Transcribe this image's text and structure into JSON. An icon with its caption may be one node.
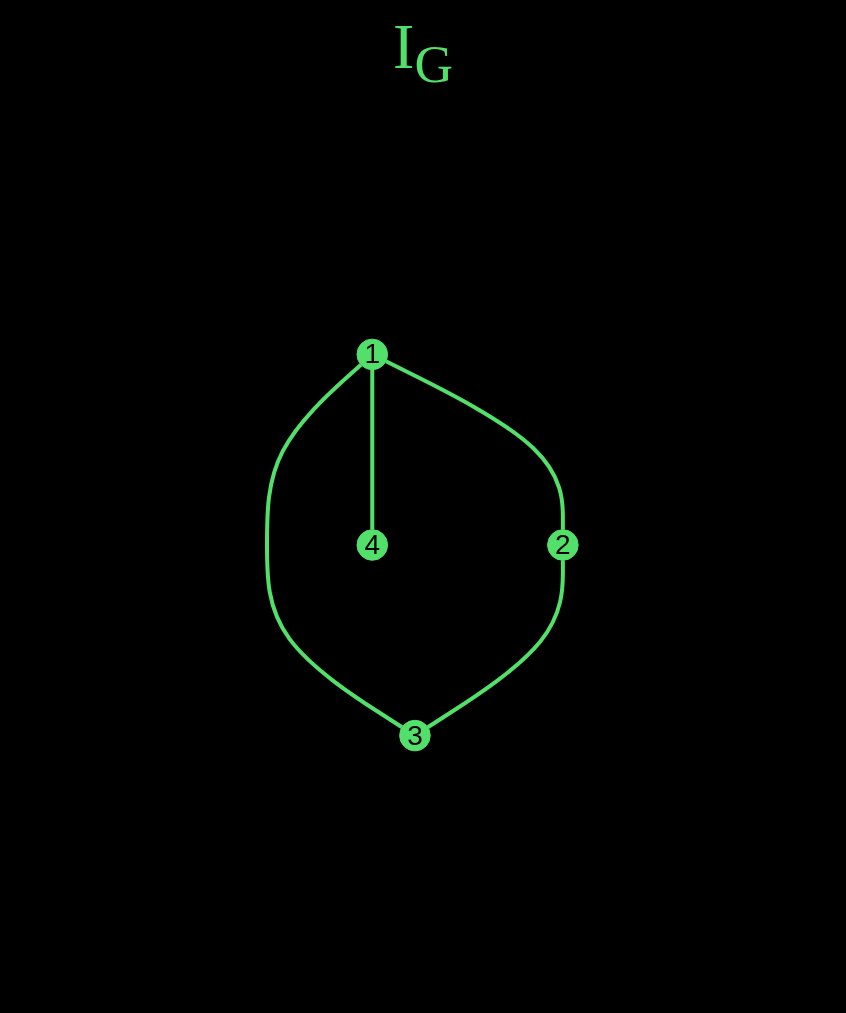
{
  "diagram": {
    "title": "I$_{G}$",
    "nodes": [
      {
        "text": [
          "1"
        ]
      },
      {
        "text": [
          "2"
        ]
      },
      {
        "text": [
          "3"
        ]
      },
      {
        "text": [
          "4"
        ]
      }
    ],
    "edges": [
      {
        "from": 0,
        "to": 1,
        "arrow": "none"
      },
      {
        "from": 0,
        "to": 3,
        "arrow": "none"
      },
      {
        "from": 0,
        "to": 2,
        "arrow": "none"
      },
      {
        "from": 1,
        "to": 2,
        "arrow": "none"
      }
    ]
  }
}
